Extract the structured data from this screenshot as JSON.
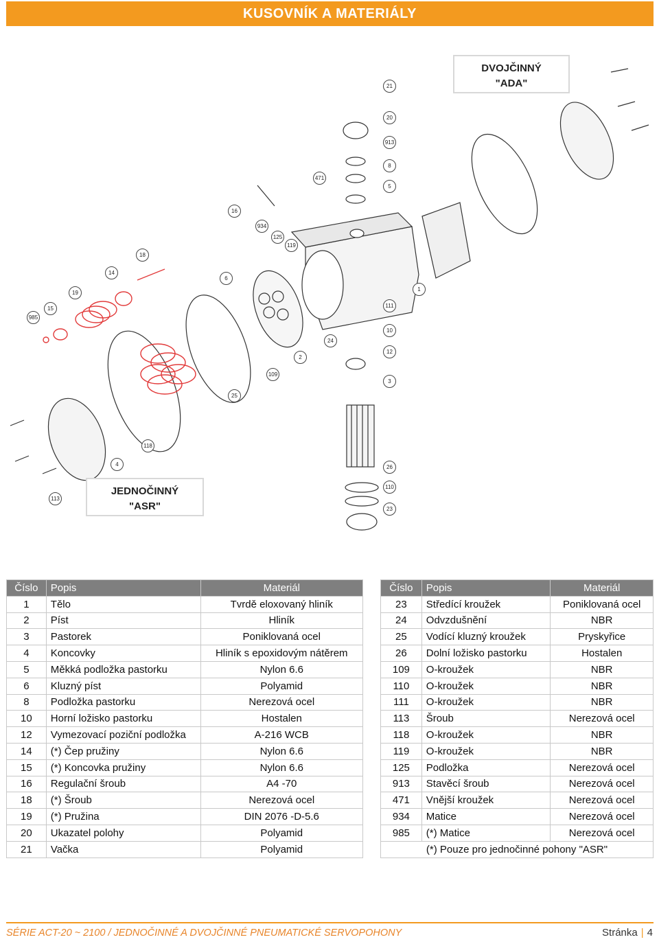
{
  "header": {
    "title": "KUSOVNÍK A MATERIÁLY"
  },
  "diagram": {
    "label_double_line1": "DVOJČINNÝ",
    "label_double_line2": "\"ADA\"",
    "label_single_line1": "JEDNOČINNÝ",
    "label_single_line2": "\"ASR\"",
    "callouts": [
      "21",
      "20",
      "913",
      "8",
      "5",
      "471",
      "16",
      "934",
      "125",
      "119",
      "18",
      "14",
      "19",
      "15",
      "985",
      "6",
      "1",
      "111",
      "10",
      "12",
      "3",
      "24",
      "2",
      "109",
      "25",
      "118",
      "4",
      "113",
      "26",
      "110",
      "23"
    ]
  },
  "table": {
    "headers": {
      "number": "Číslo",
      "description": "Popis",
      "material": "Materiál"
    },
    "left_rows": [
      {
        "n": "1",
        "d": "Tělo",
        "m": "Tvrdě eloxovaný hliník"
      },
      {
        "n": "2",
        "d": "Píst",
        "m": "Hliník"
      },
      {
        "n": "3",
        "d": "Pastorek",
        "m": "Poniklovaná ocel"
      },
      {
        "n": "4",
        "d": "Koncovky",
        "m": "Hliník s epoxidovým nátěrem"
      },
      {
        "n": "5",
        "d": "Měkká podložka pastorku",
        "m": "Nylon 6.6"
      },
      {
        "n": "6",
        "d": "Kluzný píst",
        "m": "Polyamid"
      },
      {
        "n": "8",
        "d": "Podložka pastorku",
        "m": "Nerezová ocel"
      },
      {
        "n": "10",
        "d": "Horní ložisko pastorku",
        "m": "Hostalen"
      },
      {
        "n": "12",
        "d": "Vymezovací poziční podložka",
        "m": "A-216 WCB"
      },
      {
        "n": "14",
        "d": "(*) Čep pružiny",
        "m": "Nylon 6.6"
      },
      {
        "n": "15",
        "d": "(*) Koncovka pružiny",
        "m": "Nylon 6.6"
      },
      {
        "n": "16",
        "d": "Regulační šroub",
        "m": "A4 -70"
      },
      {
        "n": "18",
        "d": "(*) Šroub",
        "m": "Nerezová ocel"
      },
      {
        "n": "19",
        "d": "(*) Pružina",
        "m": "DIN 2076 -D-5.6"
      },
      {
        "n": "20",
        "d": "Ukazatel polohy",
        "m": "Polyamid"
      },
      {
        "n": "21",
        "d": "Vačka",
        "m": "Polyamid"
      }
    ],
    "right_rows": [
      {
        "n": "23",
        "d": "Středící kroužek",
        "m": "Poniklovaná ocel"
      },
      {
        "n": "24",
        "d": "Odvzdušnění",
        "m": "NBR"
      },
      {
        "n": "25",
        "d": "Vodící kluzný kroužek",
        "m": "Pryskyřice"
      },
      {
        "n": "26",
        "d": "Dolní ložisko pastorku",
        "m": "Hostalen"
      },
      {
        "n": "109",
        "d": "O-kroužek",
        "m": "NBR"
      },
      {
        "n": "110",
        "d": "O-kroužek",
        "m": "NBR"
      },
      {
        "n": "111",
        "d": "O-kroužek",
        "m": "NBR"
      },
      {
        "n": "113",
        "d": "Šroub",
        "m": "Nerezová ocel"
      },
      {
        "n": "118",
        "d": "O-kroužek",
        "m": "NBR"
      },
      {
        "n": "119",
        "d": "O-kroužek",
        "m": "NBR"
      },
      {
        "n": "125",
        "d": "Podložka",
        "m": "Nerezová ocel"
      },
      {
        "n": "913",
        "d": "Stavěcí šroub",
        "m": "Nerezová ocel"
      },
      {
        "n": "471",
        "d": "Vnější kroužek",
        "m": "Nerezová ocel"
      },
      {
        "n": "934",
        "d": "Matice",
        "m": "Nerezová ocel"
      },
      {
        "n": "985",
        "d": "(*) Matice",
        "m": "Nerezová ocel"
      }
    ],
    "note": "(*) Pouze pro jednočinné pohony \"ASR\""
  },
  "footer": {
    "series": "SÉRIE ACT-20 ~ 2100 / JEDNOČINNÉ A DVOJČINNÉ PNEUMATICKÉ SERVOPOHONY",
    "page_label": "Stránka",
    "page_number": "4"
  },
  "colors": {
    "accent": "#f39a1f",
    "table_header": "#7f7f7f",
    "spring_red": "#e23b3b"
  }
}
